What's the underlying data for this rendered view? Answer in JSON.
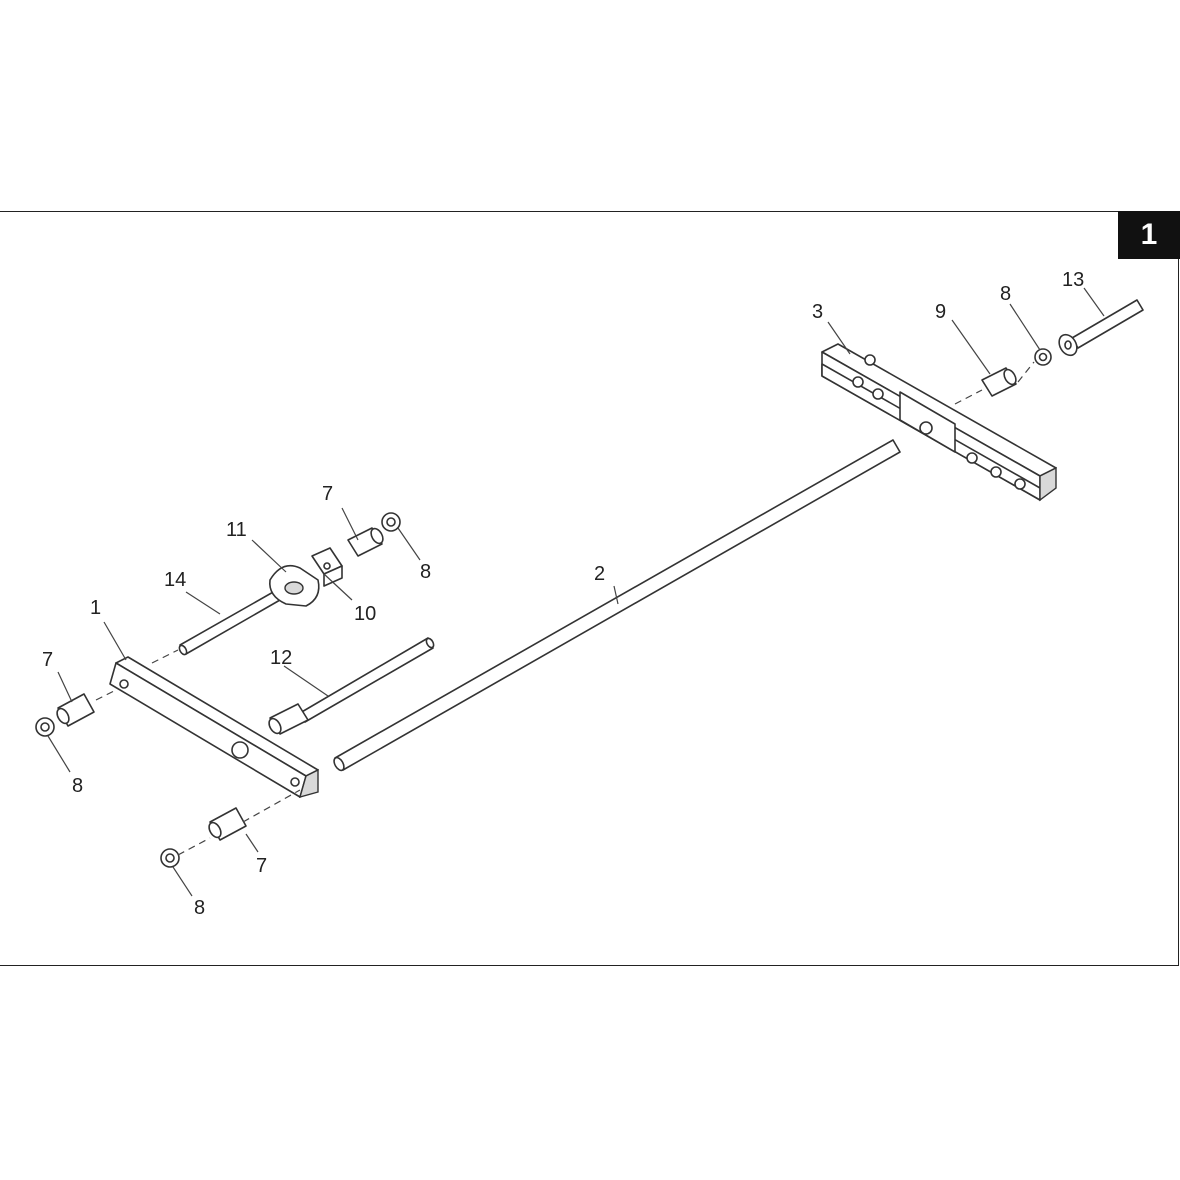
{
  "page_badge": "1",
  "callouts": {
    "c1": "1",
    "c2": "2",
    "c3": "3",
    "c7a": "7",
    "c7b": "7",
    "c7c": "7",
    "c8a": "8",
    "c8b": "8",
    "c8c": "8",
    "c8d": "8",
    "c9": "9",
    "c10": "10",
    "c11": "11",
    "c12": "12",
    "c13": "13",
    "c14": "14"
  }
}
